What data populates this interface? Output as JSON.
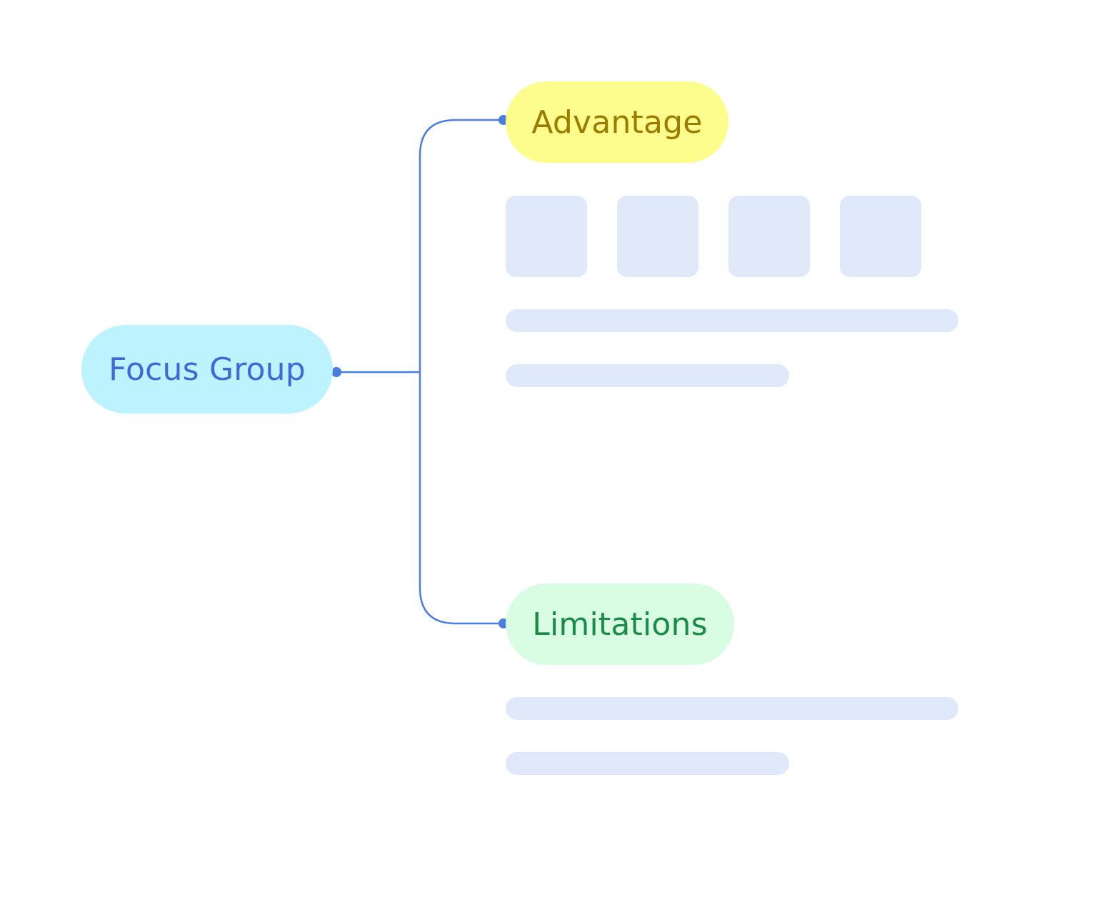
{
  "diagram": {
    "root": {
      "label": "Focus Group"
    },
    "branches": [
      {
        "label": "Advantage"
      },
      {
        "label": "Limitations"
      }
    ]
  },
  "colors": {
    "connector": "#4a7fe0",
    "root_fill": "#bdf3fe",
    "root_text": "#3d6ad6",
    "advantage_fill": "#fdfd8d",
    "advantage_text": "#9a7c00",
    "limitations_fill": "#d8fde3",
    "limitations_text": "#1a8a46",
    "placeholder": "#e0e9fa"
  }
}
